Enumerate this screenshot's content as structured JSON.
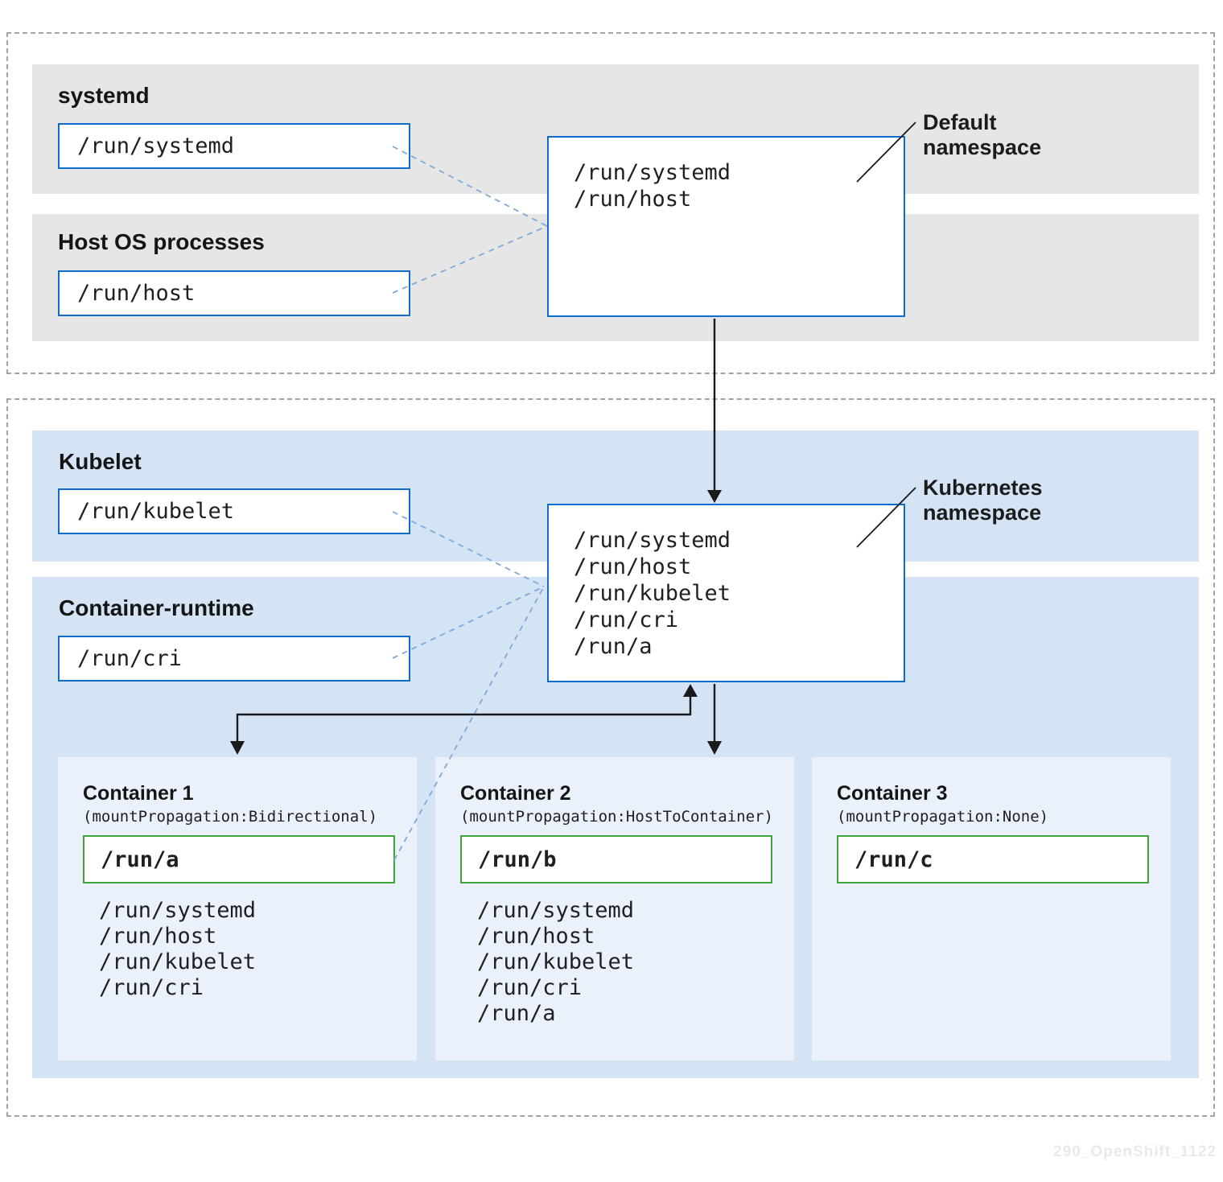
{
  "host_section": {
    "groups": [
      {
        "heading": "systemd",
        "mount": "/run/systemd"
      },
      {
        "heading": "Host OS processes",
        "mount": "/run/host"
      }
    ],
    "namespace_box": {
      "mounts": [
        "/run/systemd",
        "/run/host"
      ]
    },
    "label": {
      "line1": "Default",
      "line2": "namespace"
    }
  },
  "k8s_section": {
    "groups": [
      {
        "heading": "Kubelet",
        "mount": "/run/kubelet"
      },
      {
        "heading": "Container-runtime",
        "mount": "/run/cri"
      }
    ],
    "namespace_box": {
      "mounts": [
        "/run/systemd",
        "/run/host",
        "/run/kubelet",
        "/run/cri",
        "/run/a"
      ]
    },
    "label": {
      "line1": "Kubernetes",
      "line2": "namespace"
    },
    "containers": [
      {
        "title": "Container 1",
        "subtitle": "(mountPropagation:Bidirectional)",
        "volume": "/run/a",
        "propagated_mounts": [
          "/run/systemd",
          "/run/host",
          "/run/kubelet",
          "/run/cri"
        ]
      },
      {
        "title": "Container 2",
        "subtitle": "(mountPropagation:HostToContainer)",
        "volume": "/run/b",
        "propagated_mounts": [
          "/run/systemd",
          "/run/host",
          "/run/kubelet",
          "/run/cri",
          "/run/a"
        ]
      },
      {
        "title": "Container 3",
        "subtitle": "(mountPropagation:None)",
        "volume": "/run/c",
        "propagated_mounts": []
      }
    ]
  },
  "watermark": "290_OpenShift_1122",
  "colors": {
    "gray_band": "#e6e6e6",
    "blue_band": "#d4e4f5",
    "container_panel": "#eaf1fa",
    "box_border_blue": "#0e6dcc",
    "volume_border_green": "#3fa33f",
    "dashed_connector_blue": "#7fa9dd",
    "arrow_black": "#1a1a1a",
    "section_dash_gray": "#a3a3a3"
  }
}
